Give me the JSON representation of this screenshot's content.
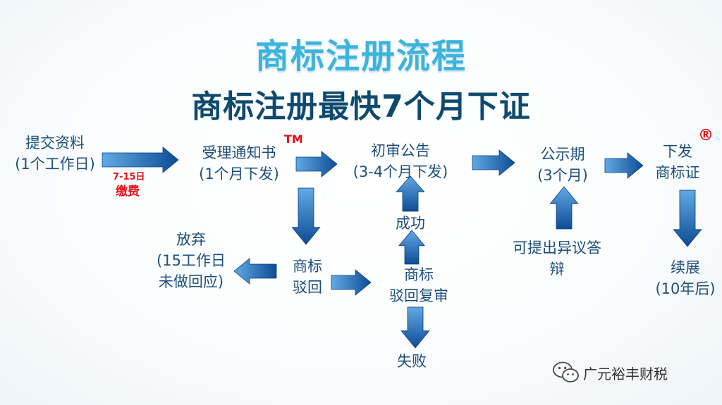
{
  "title": "商标注册流程",
  "subtitle": "商标注册最快7个月下证",
  "fee": {
    "days": "7-15日",
    "label": "缴费"
  },
  "symbols": {
    "tm": "TM",
    "registered": "®"
  },
  "nodes": {
    "submit": {
      "line1": "提交资料",
      "line2": "(1个工作日)"
    },
    "notice": {
      "line1": "受理通知书",
      "line2": "(1个月下发)"
    },
    "prelim": {
      "line1": "初审公告",
      "line2": "(3-4个月下发)"
    },
    "publicity": {
      "line1": "公示期",
      "line2": "(3个月)"
    },
    "issue": {
      "line1": "下发",
      "line2": "商标证"
    },
    "abandon": {
      "line1": "放弃",
      "line2": "(15工作日",
      "line3": "未做回应)"
    },
    "rejected": {
      "line1": "商标",
      "line2": "驳回"
    },
    "review": {
      "line1": "商标",
      "line2": "驳回复审"
    },
    "success": {
      "line1": "成功"
    },
    "failure": {
      "line1": "失败"
    },
    "objection": {
      "line1": "可提出异议答",
      "line2": "辩"
    },
    "renewal": {
      "line1": "续展",
      "line2": "(10年后)"
    }
  },
  "watermark": {
    "text": "广元裕丰财税",
    "icon": "wechat-icon"
  },
  "colors": {
    "title": "#3cb4dc",
    "subtitle": "#0e4a6e",
    "node_text": "#1d4f7c",
    "accent_red": "#e8101b",
    "arrow_light": "#62a9e4",
    "arrow_dark": "#0d4c95"
  }
}
